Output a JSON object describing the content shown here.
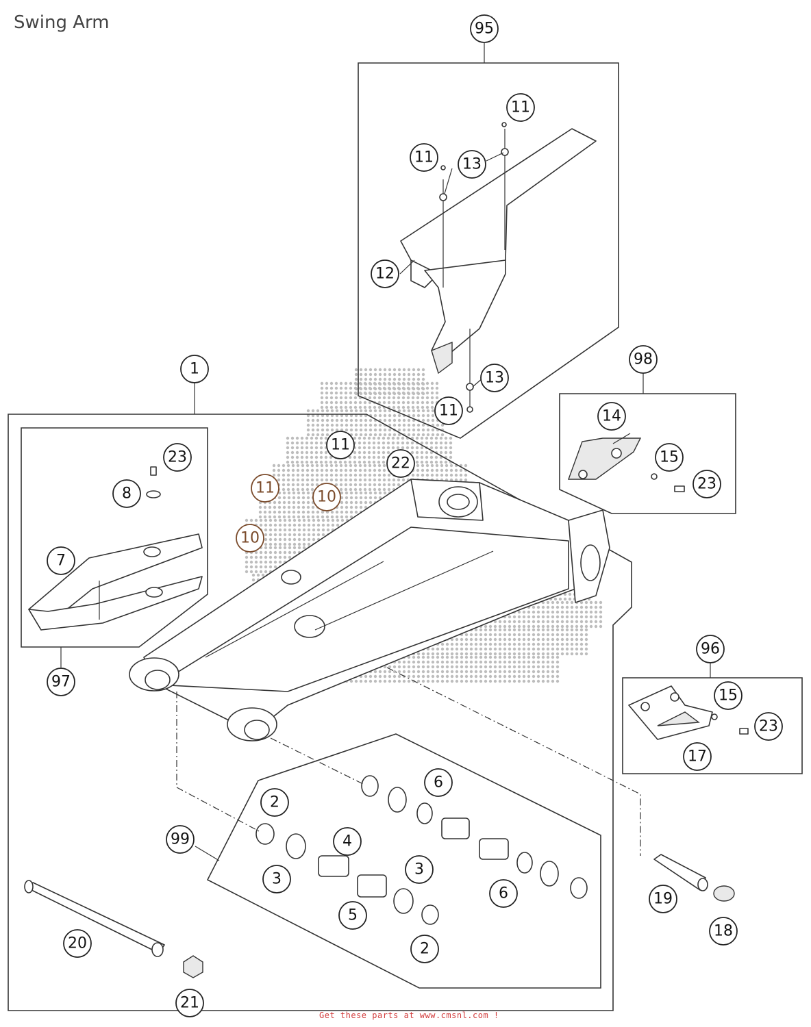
{
  "title": "Swing Arm",
  "footer": "Get these parts at www.cmsnl.com !",
  "callouts": [
    "95",
    "11",
    "11",
    "13",
    "12",
    "13",
    "11",
    "1",
    "98",
    "14",
    "15",
    "23",
    "23",
    "8",
    "7",
    "97",
    "11",
    "22",
    "11",
    "10",
    "10",
    "96",
    "15",
    "23",
    "17",
    "99",
    "2",
    "3",
    "4",
    "3",
    "5",
    "2",
    "6",
    "6",
    "19",
    "18",
    "20",
    "21"
  ],
  "colors": {
    "line": "#333333",
    "footer": "#d23b3b",
    "watermark": "#bdbdbd",
    "highlight_callout": "#7a4a2a"
  }
}
